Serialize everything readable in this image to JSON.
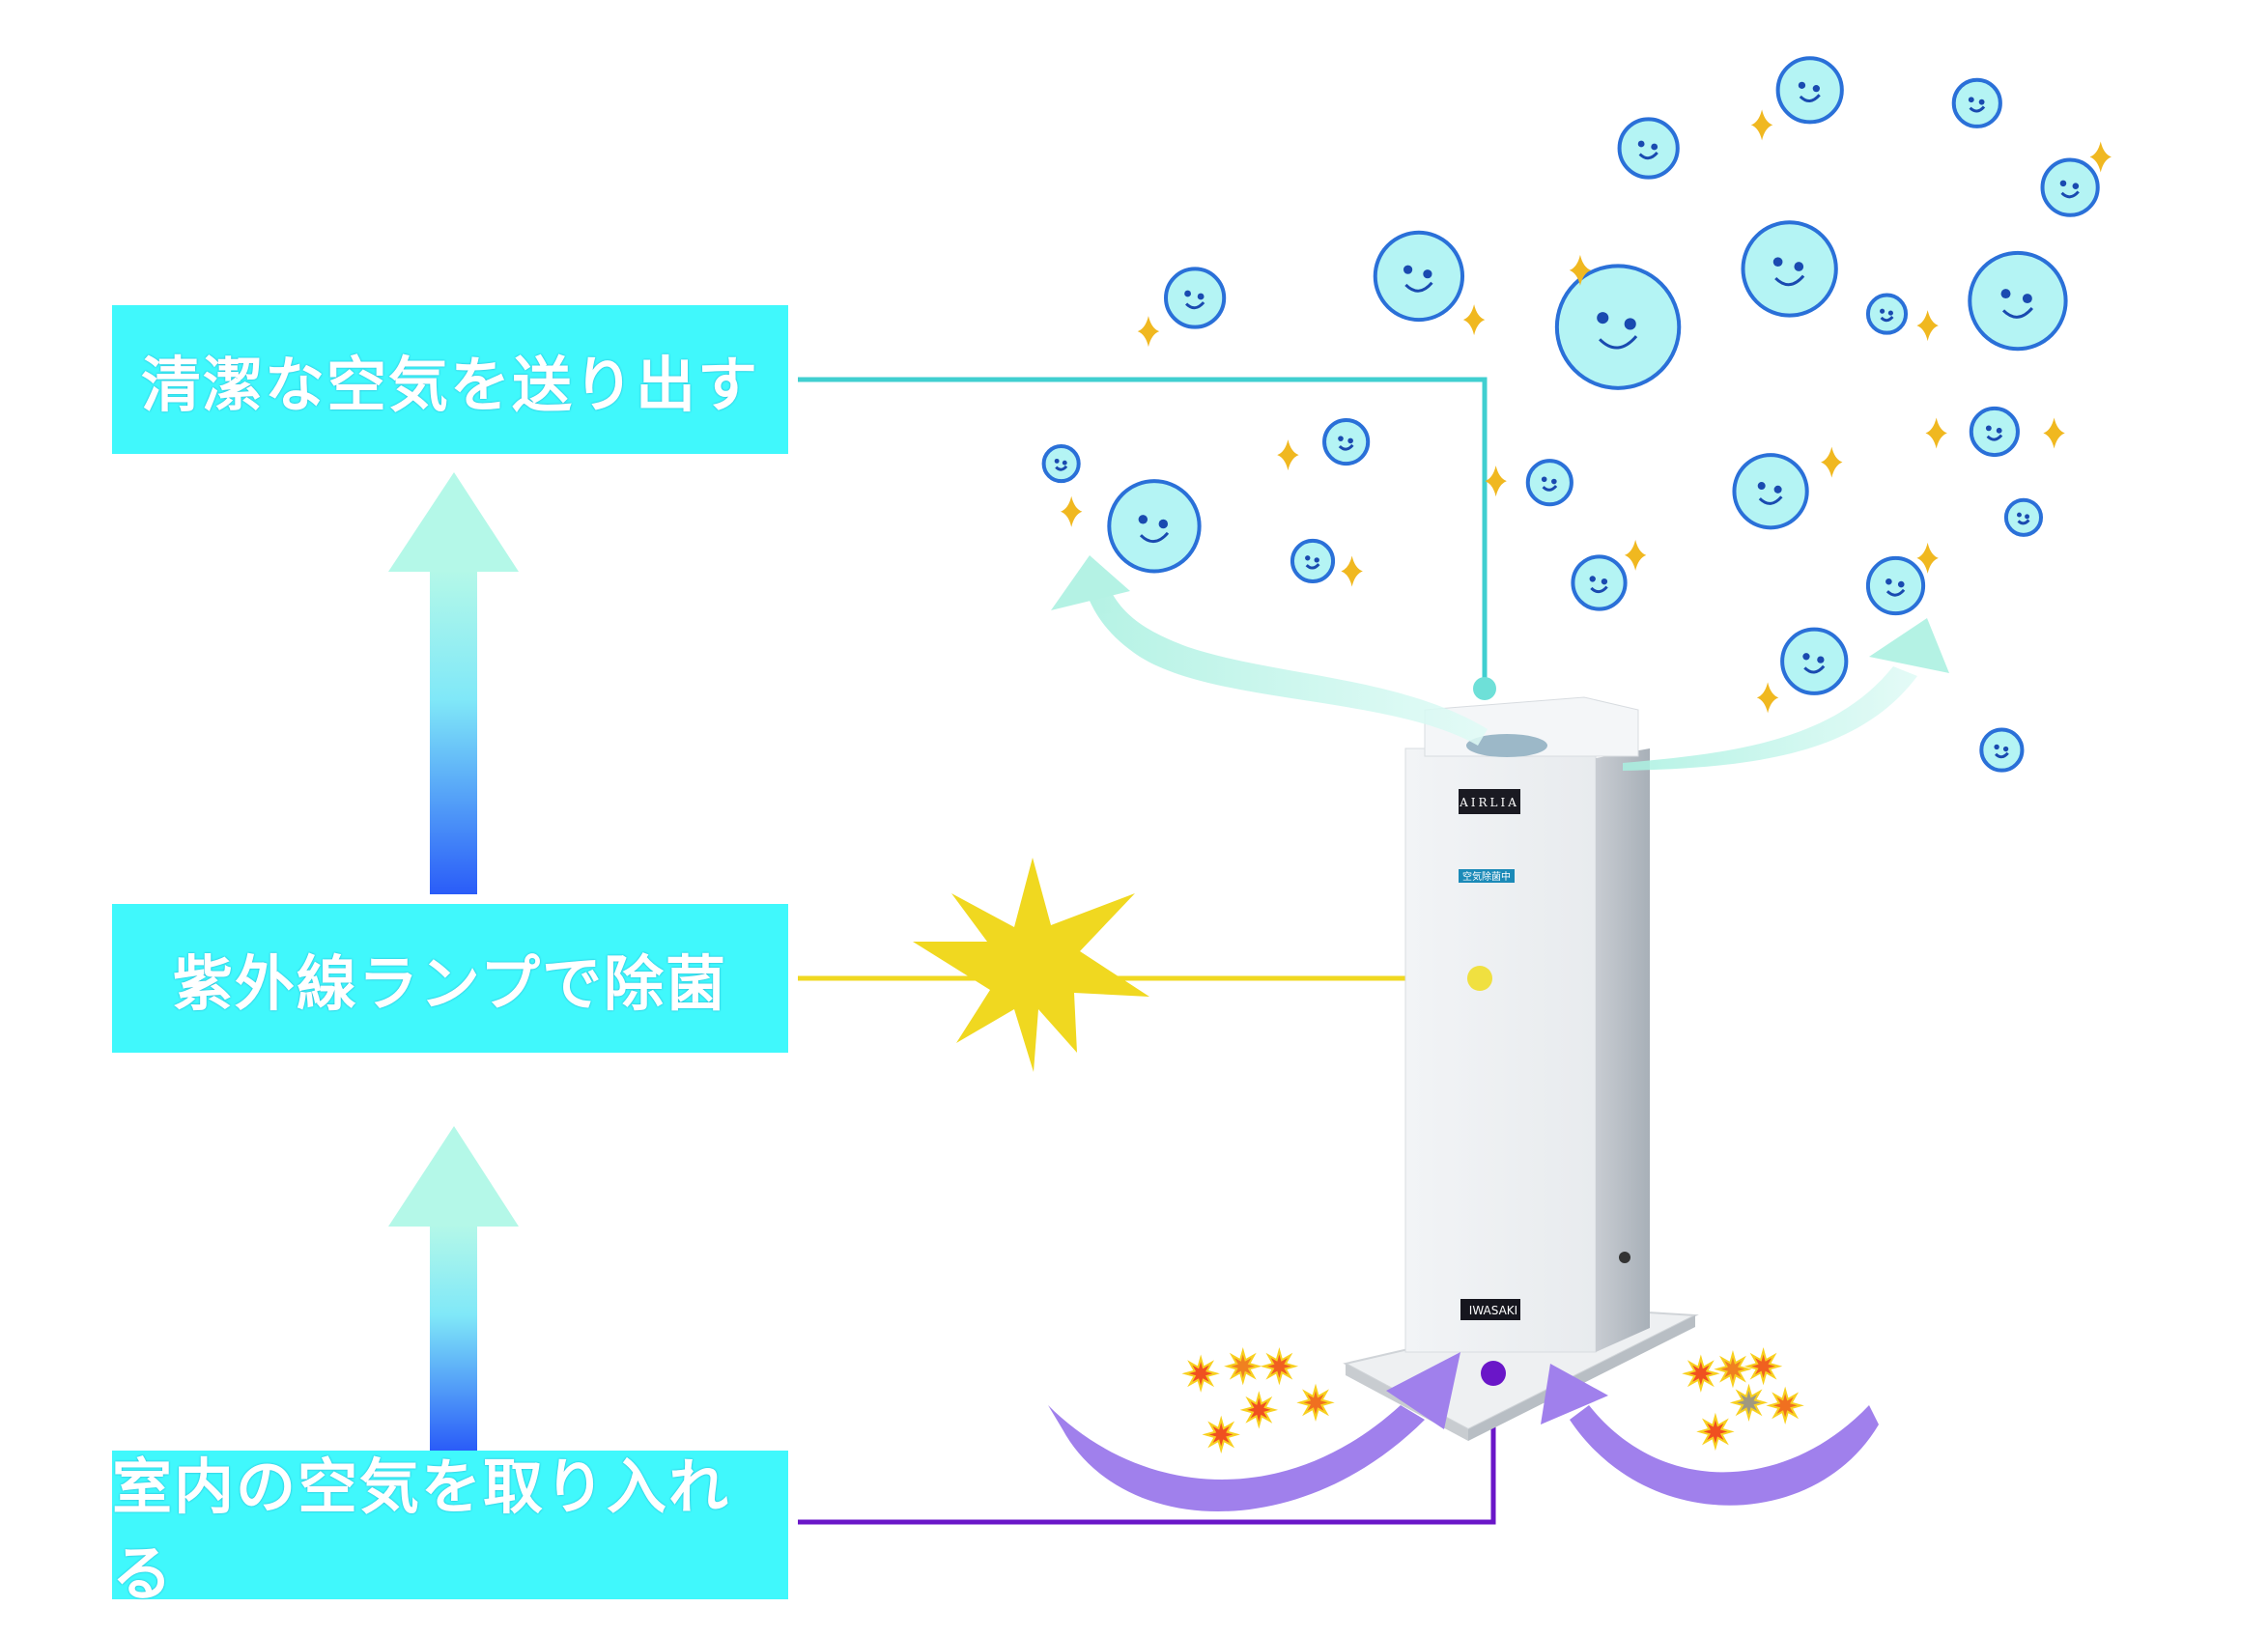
{
  "steps": [
    {
      "label": "清潔な空気を送り出す",
      "color": "#40cfd0"
    },
    {
      "label": "紫外線ランプで除菌",
      "color": "#f0d820"
    },
    {
      "label": "室内の空気を取り入れる",
      "color": "#6a16c8"
    }
  ],
  "device": {
    "brand_label": "AIRLIA",
    "status_label": "空気除菌中",
    "maker_label": "IWASAKI"
  },
  "colors": {
    "box": "#40f8fc",
    "arrow_top": "#b4f8e8",
    "arrow_bottom": "#2a60f8",
    "intake_arrow": "#a080ec",
    "bubble": "#b4f4f4",
    "bubble_outline": "#2a70d8",
    "sparkle": "#f0b820"
  }
}
